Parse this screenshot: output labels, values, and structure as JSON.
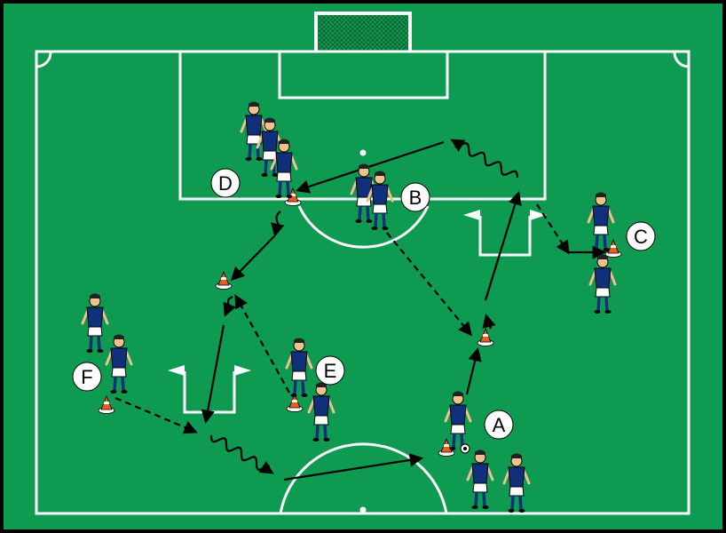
{
  "colors": {
    "pitch": "#0f9a52",
    "line": "#ffffff",
    "border": "#000000",
    "shirt": "#10307c",
    "shorts": "#ffffff",
    "skin": "#f0c090",
    "cone": "#f05a1a",
    "arrow": "#000000"
  },
  "labels": {
    "a": "A",
    "b": "B",
    "c": "C",
    "d": "D",
    "e": "E",
    "f": "F"
  }
}
